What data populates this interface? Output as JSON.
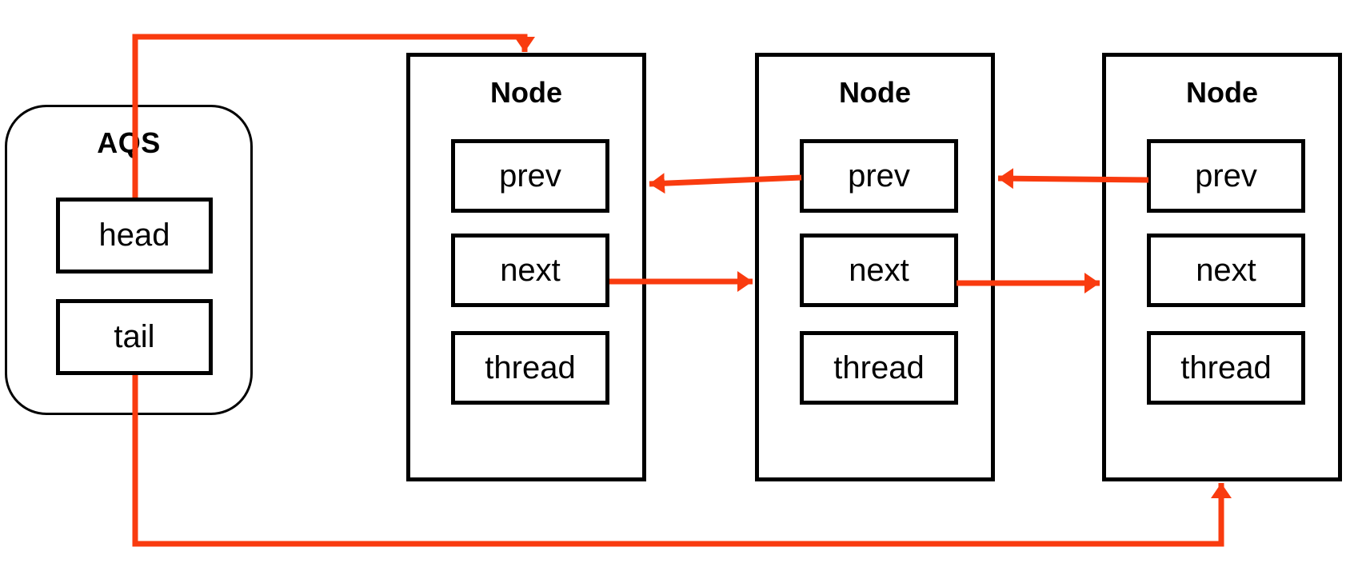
{
  "diagram": {
    "aqs": {
      "title": "AQS",
      "fields": [
        {
          "label": "head"
        },
        {
          "label": "tail"
        }
      ]
    },
    "nodes": [
      {
        "title": "Node",
        "fields": [
          {
            "label": "prev"
          },
          {
            "label": "next"
          },
          {
            "label": "thread"
          }
        ]
      },
      {
        "title": "Node",
        "fields": [
          {
            "label": "prev"
          },
          {
            "label": "next"
          },
          {
            "label": "thread"
          }
        ]
      },
      {
        "title": "Node",
        "fields": [
          {
            "label": "prev"
          },
          {
            "label": "next"
          },
          {
            "label": "thread"
          }
        ]
      }
    ],
    "arrows": [
      {
        "name": "head-to-first-node",
        "from": "AQS.head",
        "to": "Node1.top"
      },
      {
        "name": "tail-to-last-node",
        "from": "AQS.tail",
        "to": "Node3.bottom"
      },
      {
        "name": "next-node1-to-node2",
        "from": "Node1.next",
        "to": "Node2"
      },
      {
        "name": "next-node2-to-node3",
        "from": "Node2.next",
        "to": "Node3"
      },
      {
        "name": "prev-node2-to-node1",
        "from": "Node2.prev",
        "to": "Node1"
      },
      {
        "name": "prev-node3-to-node2",
        "from": "Node3.prev",
        "to": "Node2"
      }
    ],
    "colors": {
      "arrow": "#f93b0f",
      "border": "#000000",
      "background": "#ffffff",
      "text": "#000000"
    }
  }
}
